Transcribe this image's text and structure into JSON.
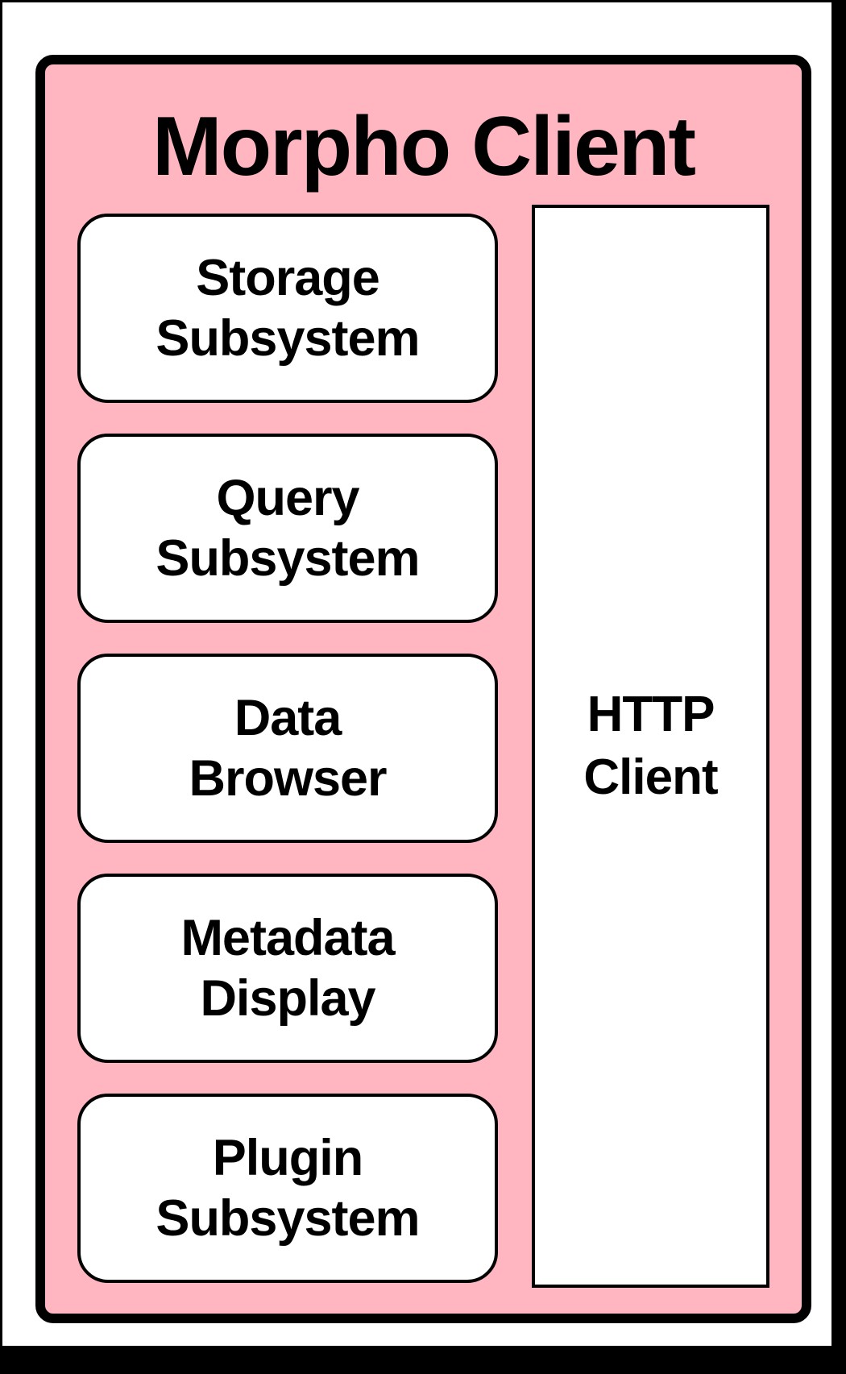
{
  "diagram": {
    "title": "Morpho Client",
    "colors": {
      "container_fill": "#ffb6c1",
      "container_border": "#000000",
      "node_fill": "#ffffff",
      "node_border": "#000000",
      "text": "#000000",
      "frame": "#000000",
      "page_background": "#ffffff"
    },
    "subsystems": [
      {
        "id": "storage-subsystem",
        "lines": [
          "Storage",
          "Subsystem"
        ]
      },
      {
        "id": "query-subsystem",
        "lines": [
          "Query",
          "Subsystem"
        ]
      },
      {
        "id": "data-browser",
        "lines": [
          "Data",
          "Browser"
        ]
      },
      {
        "id": "metadata-display",
        "lines": [
          "Metadata",
          "Display"
        ]
      },
      {
        "id": "plugin-subsystem",
        "lines": [
          "Plugin",
          "Subsystem"
        ]
      }
    ],
    "http_client": {
      "id": "http-client",
      "lines": [
        "HTTP",
        "Client"
      ]
    }
  }
}
